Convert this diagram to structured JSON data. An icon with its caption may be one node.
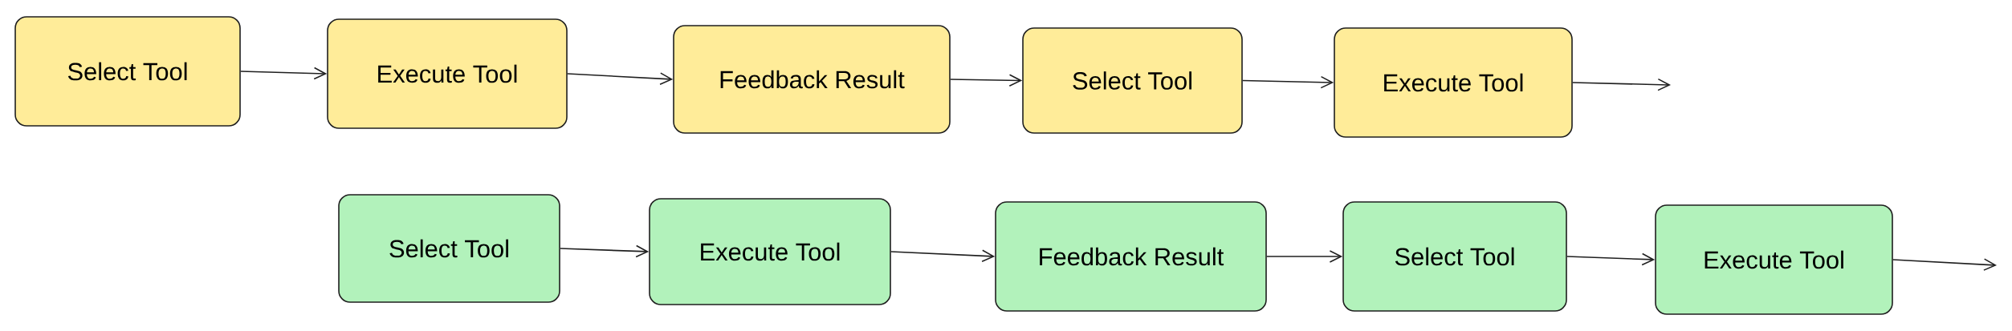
{
  "diagram": {
    "nodes": [
      {
        "text": [
          "Select Tool"
        ]
      },
      {
        "text": [
          "Execute Tool"
        ]
      },
      {
        "text": [
          "Feedback Result"
        ]
      },
      {
        "text": [
          "Select Tool"
        ]
      },
      {
        "text": [
          "Execute Tool"
        ]
      },
      {
        "text": [
          "Select Tool"
        ]
      },
      {
        "text": [
          "Execute Tool"
        ]
      },
      {
        "text": [
          "Feedback Result"
        ]
      },
      {
        "text": [
          "Select Tool"
        ]
      },
      {
        "text": [
          "Execute Tool"
        ]
      }
    ],
    "edges": [
      {
        "from": 0,
        "to": 1,
        "arrow": "to"
      },
      {
        "from": 1,
        "to": 2,
        "arrow": "to"
      },
      {
        "from": 2,
        "to": 3,
        "arrow": "to"
      },
      {
        "from": 3,
        "to": 4,
        "arrow": "to"
      },
      {
        "from": 4,
        "to": null,
        "arrow": "to"
      },
      {
        "from": 5,
        "to": 6,
        "arrow": "to"
      },
      {
        "from": 6,
        "to": 7,
        "arrow": "to"
      },
      {
        "from": 7,
        "to": 8,
        "arrow": "to"
      },
      {
        "from": 8,
        "to": 9,
        "arrow": "to"
      },
      {
        "from": 9,
        "to": null,
        "arrow": "to"
      }
    ]
  }
}
